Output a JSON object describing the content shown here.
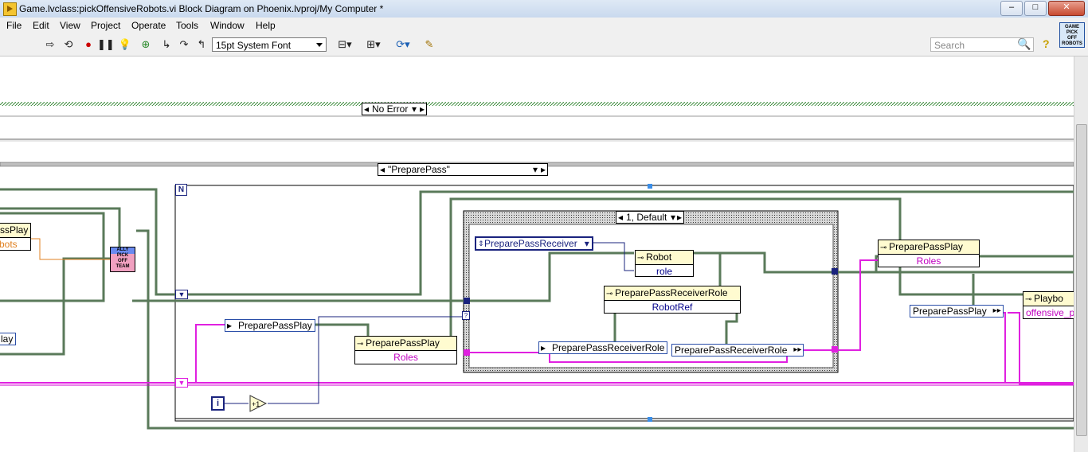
{
  "window": {
    "title": "Game.lvclass:pickOffensiveRobots.vi Block Diagram on Phoenix.lvproj/My Computer *",
    "controls": [
      "–",
      "□",
      "✕"
    ]
  },
  "menu": [
    "File",
    "Edit",
    "View",
    "Project",
    "Operate",
    "Tools",
    "Window",
    "Help"
  ],
  "toolbar": {
    "font": "15pt System Font",
    "search_placeholder": "Search"
  },
  "vi_icon": {
    "line1": "GAME",
    "line2": "PICK",
    "line3": "OFF",
    "line4": "ROBOTS"
  },
  "diagram": {
    "error_case": "No Error",
    "outer_case": "\"PreparePass\"",
    "inner_case": "1, Default",
    "for_loop_n": "N",
    "iteration": "i",
    "increment": "+1",
    "subvi": {
      "line1": "ALLY",
      "line2": "PICK",
      "line3": "OFF",
      "line4": "TEAM"
    },
    "left_partial": {
      "node_title": "ssPlay",
      "node_value": "bots",
      "const": "lay"
    },
    "enum_receiver": "PreparePassReceiver",
    "robot_node": {
      "title": "Robot",
      "field": "role"
    },
    "receiver_role_node": {
      "title": "PreparePassReceiverRole",
      "field": "RobotRef"
    },
    "prepare_pass_play_left": {
      "title": "PreparePassPlay",
      "field": "Roles"
    },
    "prepare_pass_play_right": {
      "title": "PreparePassPlay",
      "field": "Roles"
    },
    "playbook_node": {
      "title": "Playbo",
      "field": "offensive_p"
    },
    "const_prepare_pass_play": "PreparePassPlay",
    "const_receiver_role": "PreparePassReceiverRole",
    "const_receiver_role_2": "PreparePassReceiverRole",
    "const_prepare_pass_play_right": "PreparePassPlay"
  }
}
